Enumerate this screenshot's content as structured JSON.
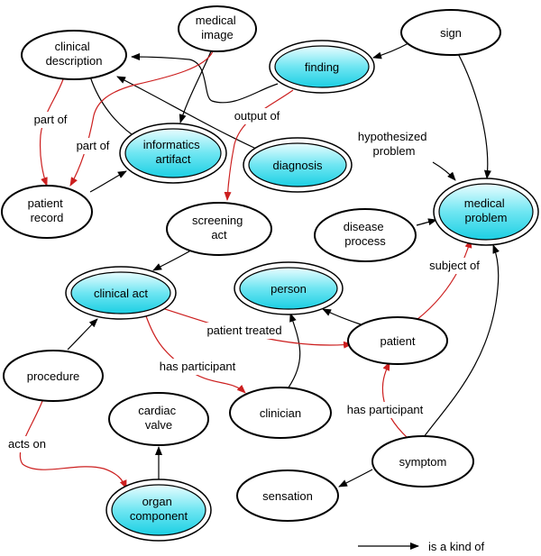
{
  "diagram": {
    "nodes": {
      "medical_image": {
        "lines": [
          "medical",
          "image"
        ],
        "highlight": false
      },
      "sign": {
        "lines": [
          "sign"
        ],
        "highlight": false
      },
      "clinical_description": {
        "lines": [
          "clinical",
          "description"
        ],
        "highlight": false
      },
      "finding": {
        "lines": [
          "finding"
        ],
        "highlight": true
      },
      "informatics_artifact": {
        "lines": [
          "informatics",
          "artifact"
        ],
        "highlight": true
      },
      "diagnosis": {
        "lines": [
          "diagnosis"
        ],
        "highlight": true
      },
      "patient_record": {
        "lines": [
          "patient",
          "record"
        ],
        "highlight": false
      },
      "screening_act": {
        "lines": [
          "screening",
          "act"
        ],
        "highlight": false
      },
      "medical_problem": {
        "lines": [
          "medical",
          "problem"
        ],
        "highlight": true
      },
      "disease_process": {
        "lines": [
          "disease",
          "process"
        ],
        "highlight": false
      },
      "clinical_act": {
        "lines": [
          "clinical act"
        ],
        "highlight": true
      },
      "person": {
        "lines": [
          "person"
        ],
        "highlight": true
      },
      "patient": {
        "lines": [
          "patient"
        ],
        "highlight": false
      },
      "procedure": {
        "lines": [
          "procedure"
        ],
        "highlight": false
      },
      "cardiac_valve": {
        "lines": [
          "cardiac",
          "valve"
        ],
        "highlight": false
      },
      "clinician": {
        "lines": [
          "clinician"
        ],
        "highlight": false
      },
      "symptom": {
        "lines": [
          "symptom"
        ],
        "highlight": false
      },
      "sensation": {
        "lines": [
          "sensation"
        ],
        "highlight": false
      },
      "organ_component": {
        "lines": [
          "organ",
          "component"
        ],
        "highlight": true
      }
    },
    "relations": {
      "part_of_1": "part of",
      "part_of_2": "part of",
      "output_of": "output of",
      "hypothesized_problem": [
        "hypothesized",
        "problem"
      ],
      "subject_of": "subject of",
      "patient_treated": "patient treated",
      "has_participant_1": "has participant",
      "has_participant_2": "has participant",
      "acts_on": "acts on"
    },
    "legend": {
      "label": "is a kind of"
    },
    "colors": {
      "isa_edge": "#000000",
      "relation_edge": "#cc1f1f",
      "node_fill": "#ffffff",
      "highlight_fill_top": "#e9fdff",
      "highlight_fill_bottom": "#1ccfe3"
    }
  }
}
